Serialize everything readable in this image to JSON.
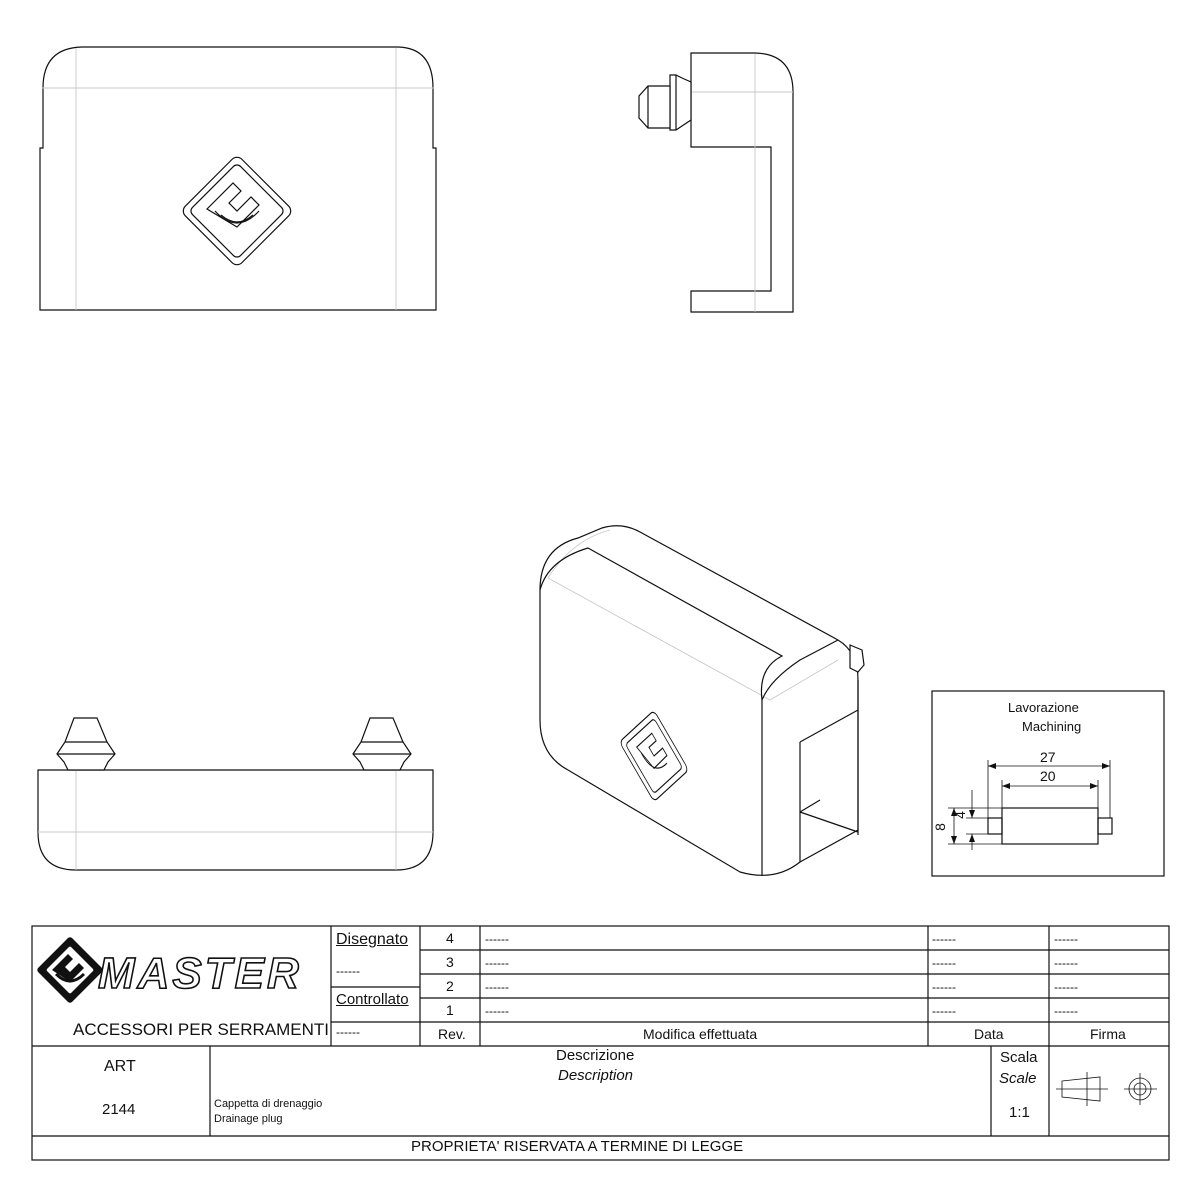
{
  "machining_box": {
    "title_it": "Lavorazione",
    "title_en": "Machining",
    "dim_total": "27",
    "dim_body": "20",
    "dim_height": "8",
    "dim_pin": "4"
  },
  "title_block": {
    "brand": {
      "logo_text": "MASTER",
      "tagline": "ACCESSORI PER SERRAMENTI"
    },
    "drawn_label": "Disegnato",
    "drawn_value": "------",
    "checked_label": "Controllato",
    "checked_value": "------",
    "revisions": [
      {
        "rev": "4",
        "change": "------",
        "date": "------",
        "sign": "------"
      },
      {
        "rev": "3",
        "change": "------",
        "date": "------",
        "sign": "------"
      },
      {
        "rev": "2",
        "change": "------",
        "date": "------",
        "sign": "------"
      },
      {
        "rev": "1",
        "change": "------",
        "date": "------",
        "sign": "------"
      }
    ],
    "headers": {
      "rev": "Rev.",
      "change": "Modifica effettuata",
      "date": "Data",
      "sign": "Firma"
    },
    "art_label": "ART",
    "art_number": "2144",
    "description_label": "Descrizione",
    "description_label_en": "Description",
    "description_it": "Cappetta di drenaggio",
    "description_en": "Drainage plug",
    "scale_label": "Scala",
    "scale_label_en": "Scale",
    "scale_value": "1:1",
    "footer": "PROPRIETA' RISERVATA A TERMINE DI LEGGE"
  }
}
